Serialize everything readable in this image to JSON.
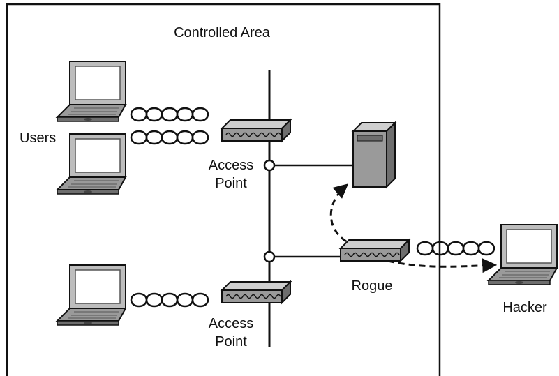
{
  "area": {
    "title": "Controlled Area"
  },
  "labels": {
    "users": "Users",
    "ap_top_line1": "Access",
    "ap_top_line2": "Point",
    "ap_bottom_line1": "Access",
    "ap_bottom_line2": "Point",
    "rogue": "Rogue",
    "hacker": "Hacker"
  },
  "colors": {
    "ink": "#111111",
    "device_light": "#bdbdbd",
    "device_mid": "#9a9a9a",
    "device_dark": "#6e6e6e",
    "screen": "#ffffff"
  },
  "icons": {
    "laptop": "laptop-icon",
    "access_point": "access-point-icon",
    "server": "server-icon",
    "wireless": "wireless-signal-icon",
    "junction": "network-junction-icon"
  }
}
